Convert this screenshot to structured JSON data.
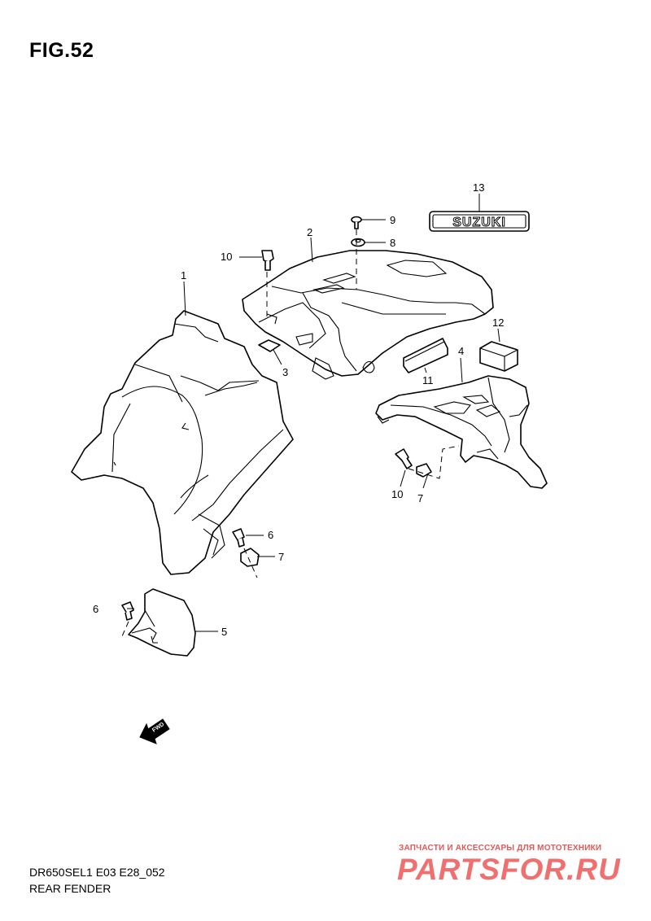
{
  "figure": {
    "title": "FIG.52",
    "model_code": "DR650SEL1 E03 E28_052",
    "section_name": "REAR FENDER"
  },
  "brand_label": "SUZUKI",
  "fwd_label": "FWD",
  "callouts": [
    "1",
    "2",
    "3",
    "4",
    "5",
    "6",
    "6",
    "7",
    "7",
    "8",
    "9",
    "10",
    "10",
    "11",
    "12",
    "13"
  ],
  "watermark": {
    "tagline": "ЗАПЧАСТИ И АКСЕССУАРЫ ДЛЯ МОТОТЕХНИКИ",
    "logo": "PARTSFOR.RU"
  }
}
